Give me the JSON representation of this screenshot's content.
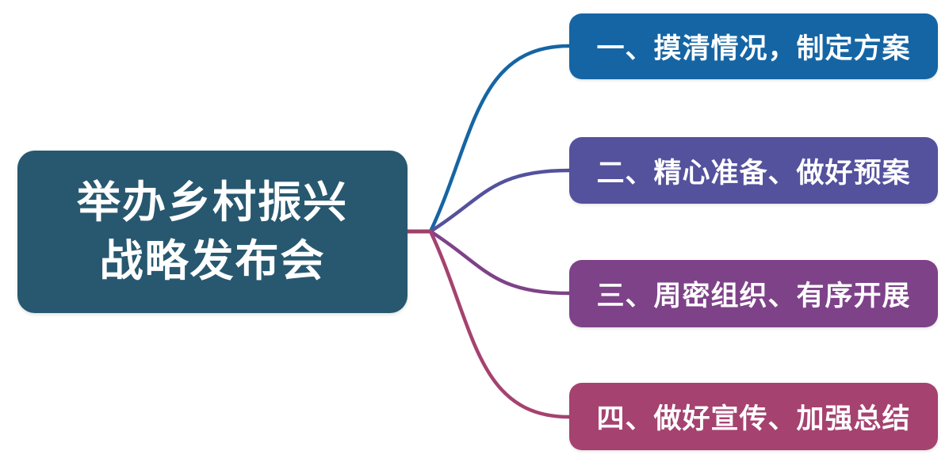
{
  "diagram": {
    "background": "#FFFFFF",
    "root": {
      "lines": [
        "举办乡村振兴",
        "战略发布会"
      ],
      "color": "#27586F",
      "text_color": "#FFFFFF"
    },
    "branches": [
      {
        "label": "一、摸清情况，制定方案",
        "color": "#1565A4"
      },
      {
        "label": "二、精心准备、做好预案",
        "color": "#54519D"
      },
      {
        "label": "三、周密组织、有序开展",
        "color": "#7E4289"
      },
      {
        "label": "四、做好宣传、加强总结",
        "color": "#A54270"
      }
    ],
    "connector_stub_color": "#9E4168"
  }
}
